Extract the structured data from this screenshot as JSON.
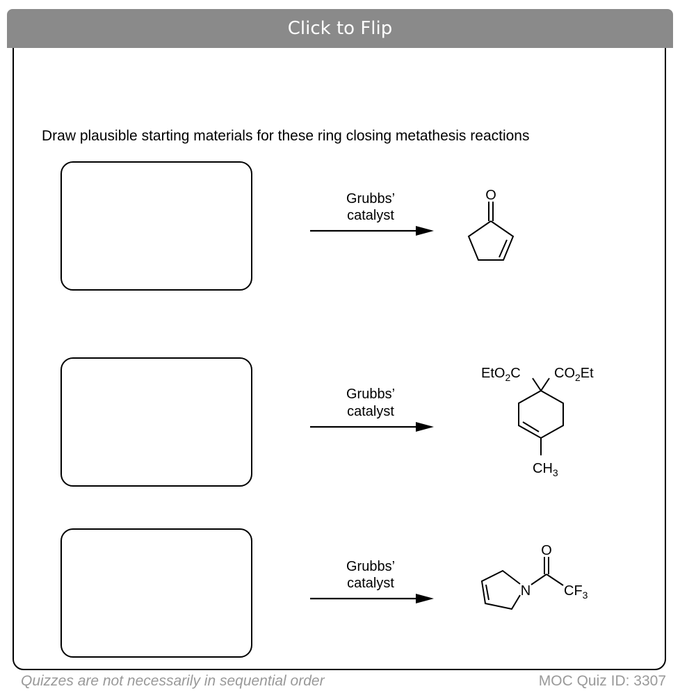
{
  "flip_bar": {
    "label": "Click to Flip"
  },
  "instruction": "Draw plausible starting materials for these ring closing metathesis reactions",
  "reactions": [
    {
      "reagent_line1": "Grubbs’",
      "reagent_line2": "catalyst",
      "product_labels": {
        "o": "O"
      }
    },
    {
      "reagent_line1": "Grubbs’",
      "reagent_line2": "catalyst",
      "product_labels": {
        "left_ester": "EtO",
        "left_sub": "2",
        "left_tail": "C",
        "right_ester": "CO",
        "right_sub": "2",
        "right_tail": "Et",
        "methyl": "CH",
        "methyl_sub": "3"
      }
    },
    {
      "reagent_line1": "Grubbs’",
      "reagent_line2": "catalyst",
      "product_labels": {
        "o": "O",
        "n": "N",
        "cf": "CF",
        "cf_sub": "3"
      }
    }
  ],
  "footer": {
    "left": "Quizzes are not necessarily in sequential order",
    "right": "MOC Quiz ID: 3307"
  },
  "colors": {
    "flip_bar": "#8a8a8a",
    "footer_text": "#999999"
  }
}
